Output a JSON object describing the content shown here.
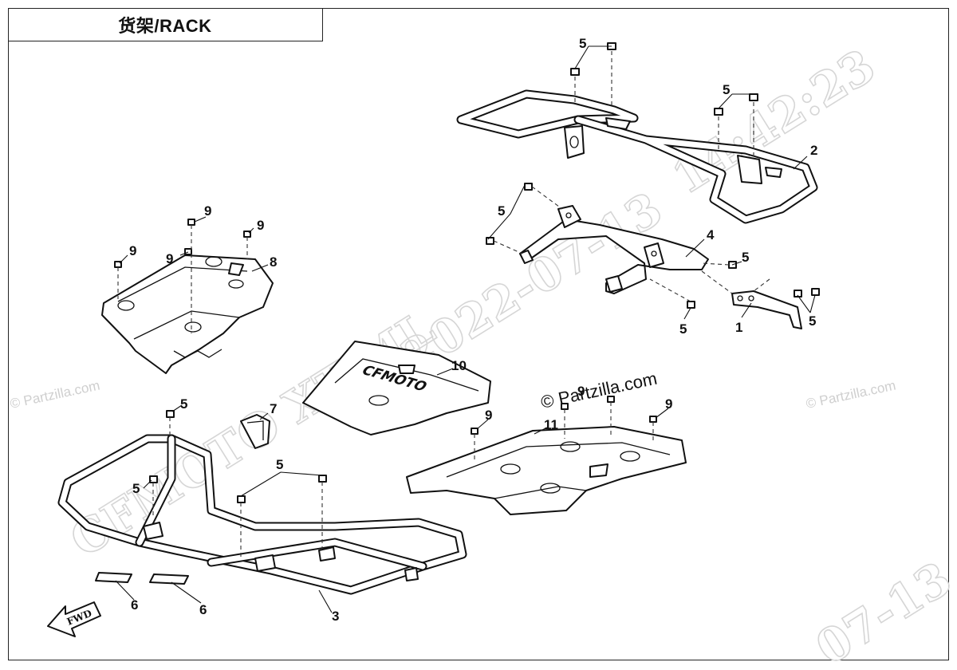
{
  "title": "货架/RACK",
  "watermarks": {
    "date": "2022-07-13",
    "time": "14:42:23",
    "model": "CFMOTO XT-ML",
    "site_small": "© Partzilla.com",
    "site_main": "© Partzilla.com",
    "corner_fragment": "07-13"
  },
  "callouts": {
    "bracket": "1",
    "rear_rack": "2",
    "front_rack": "3",
    "rear_support": "4",
    "bolt": "5",
    "pad": "6",
    "clip": "7",
    "rear_cover": "8",
    "cover_bolt": "9",
    "front_cover": "10",
    "front_panel": "11"
  },
  "logo_text": "CFMOTO",
  "fwd_arrow": "FWD"
}
